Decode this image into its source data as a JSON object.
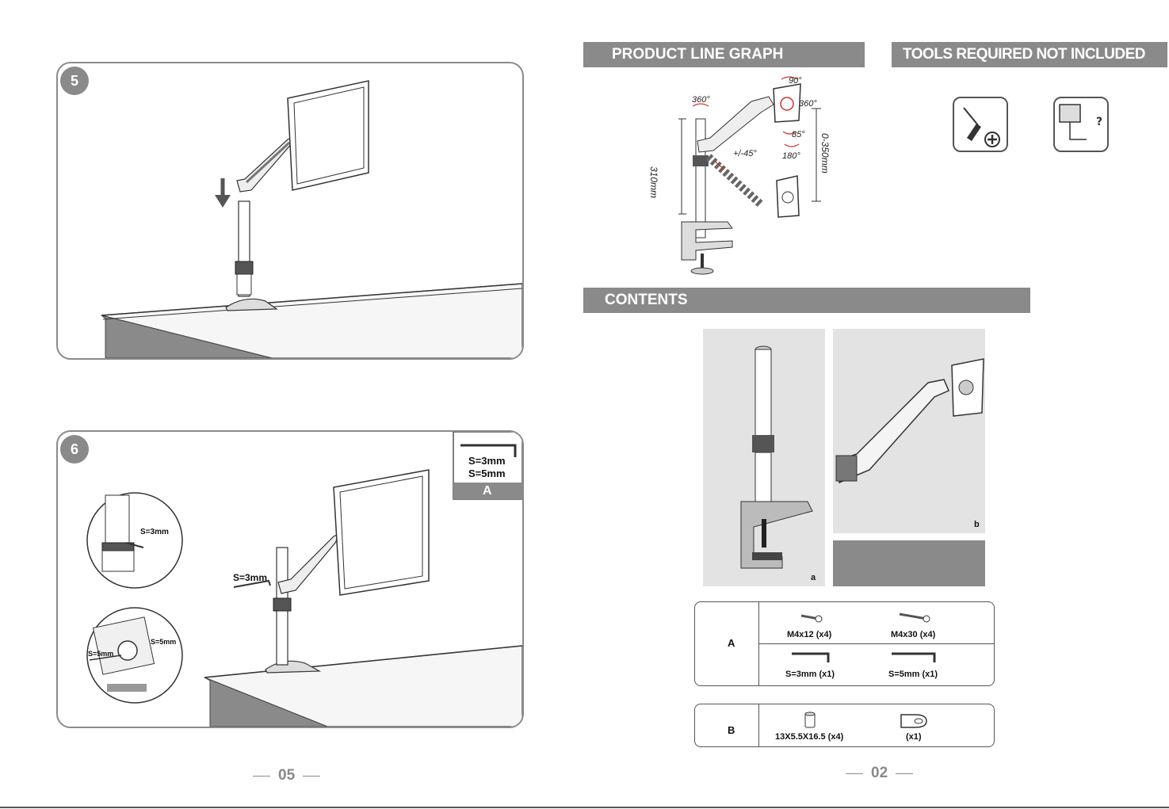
{
  "left_page": {
    "step5": {
      "number": "5"
    },
    "step6": {
      "number": "6",
      "tool_labels": [
        "S=3mm",
        "S=5mm"
      ],
      "tool_tag": "A",
      "callout_top": "S=3mm",
      "callout_bottom_left": "S=5mm",
      "callout_bottom_right": "S=5mm",
      "main_label": "S=3mm"
    },
    "page_number": "05"
  },
  "right_page": {
    "product_line_graph": {
      "title": "PRODUCT LINE GRAPH",
      "annotations": {
        "rot_top_left": "360°",
        "rot_top": "90°",
        "rot_right": "360°",
        "tilt": "85°",
        "swivel": "180°",
        "arm_angle": "+/-45°",
        "height_pole": "310mm",
        "height_range": "0-350mm"
      }
    },
    "tools": {
      "title": "TOOLS REQUIRED NOT INCLUDED",
      "items": [
        {
          "icon": "screwdriver-plus-icon"
        },
        {
          "icon": "allen-key-question-icon"
        }
      ]
    },
    "contents": {
      "title": "CONTENTS",
      "photos": [
        {
          "tag": "a"
        },
        {
          "tag": "b"
        }
      ],
      "table_a": {
        "letter": "A",
        "row1": [
          {
            "label": "M4x12 (x4)"
          },
          {
            "label": "M4x30 (x4)"
          }
        ],
        "row2": [
          {
            "label": "S=3mm (x1)"
          },
          {
            "label": "S=5mm (x1)"
          }
        ]
      },
      "table_b": {
        "letter": "B",
        "items": [
          {
            "label": "13X5.5X16.5 (x4)"
          },
          {
            "label": "(x1)"
          }
        ]
      }
    },
    "page_number": "02"
  },
  "colors": {
    "header_gray": "#8a8a8a",
    "line_dark": "#333333",
    "photo_bg": "#e3e3e3"
  }
}
